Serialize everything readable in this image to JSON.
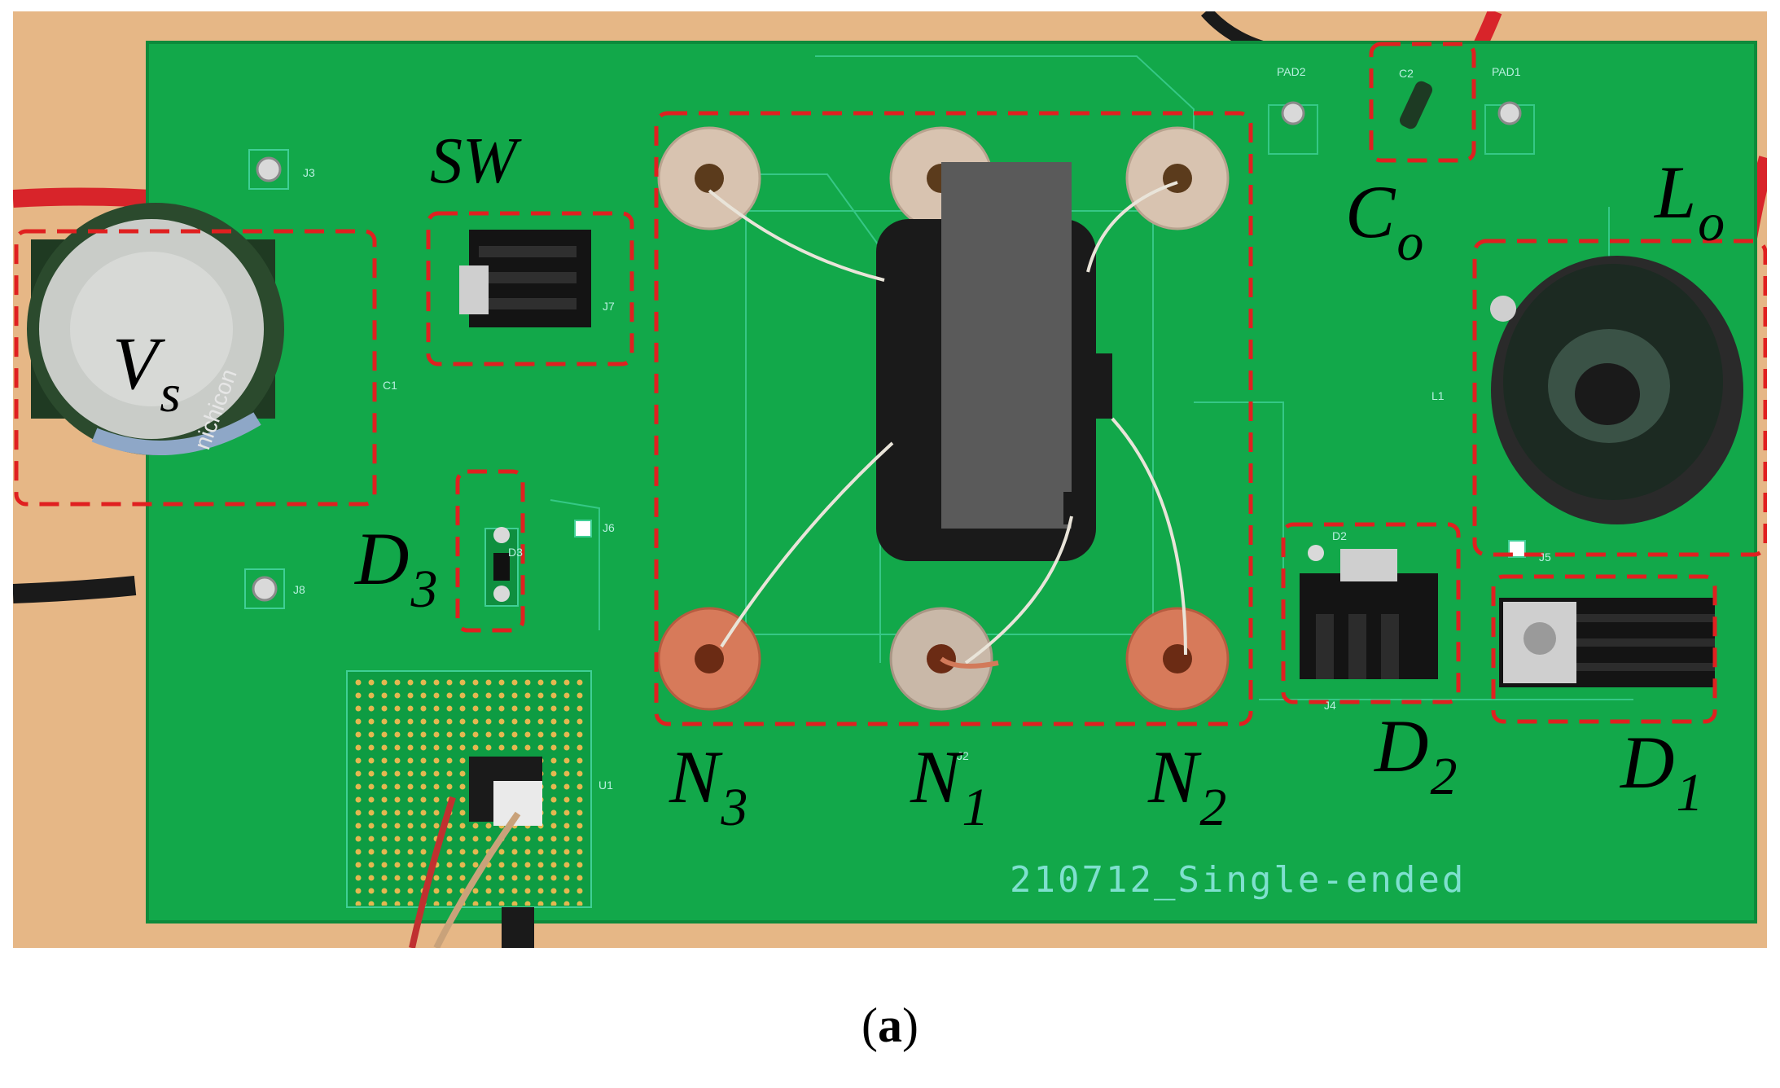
{
  "colors": {
    "board": "#12a84a",
    "table": "#e6b786",
    "box_outline": "#e02020",
    "silkscreen": "#7fe0cf"
  },
  "labels": {
    "vs": {
      "main": "V",
      "sub": "s"
    },
    "sw": {
      "main": "SW"
    },
    "d3": {
      "main": "D",
      "sub": "3"
    },
    "co": {
      "main": "C",
      "sub": "o"
    },
    "lo": {
      "main": "L",
      "sub": "o"
    },
    "n3": {
      "main": "N",
      "sub": "3"
    },
    "n1": {
      "main": "N",
      "sub": "1"
    },
    "n2": {
      "main": "N",
      "sub": "2"
    },
    "d2": {
      "main": "D",
      "sub": "2"
    },
    "d1": {
      "main": "D",
      "sub": "1"
    }
  },
  "board_text": "210712_Single-ended",
  "silk_labels": [
    "J3",
    "J7",
    "C1",
    "J6",
    "D3",
    "J8",
    "U1",
    "J2",
    "PAD2",
    "C2",
    "PAD1",
    "L1",
    "D2",
    "J5",
    "J4"
  ],
  "capacitor_text": "nichicon",
  "caption": {
    "open": "(",
    "letter": "a",
    "close": ")"
  }
}
